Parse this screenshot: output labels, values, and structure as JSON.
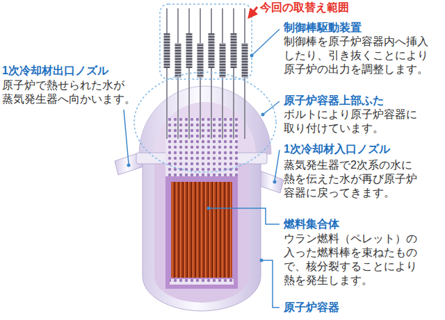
{
  "diagram": {
    "labels": [
      "今回の取替え範囲",
      "制御棒駆動装置",
      "制御棒を原子炉容器内へ挿入 したり、引き抜くことにより 原子炉の出力を調整します。",
      "1次冷却材出口ノズル",
      "原子炉で熱せられた水が 蒸気発生器へ向かいます。",
      "原子炉容器上部ふた",
      "ボルトにより原子炉容器に 取り付けています。",
      "1次冷却材入口ノズル",
      "蒸気発生器で2次系の水に 熱を伝えた水が再び原子炉 容器に戻ってきます。",
      "燃料集合体",
      "ウラン燃料（ペレット）の 入った燃料棒を束ねたもの で、核分裂することにより 熱を発生します。",
      "原子炉容器"
    ]
  }
}
